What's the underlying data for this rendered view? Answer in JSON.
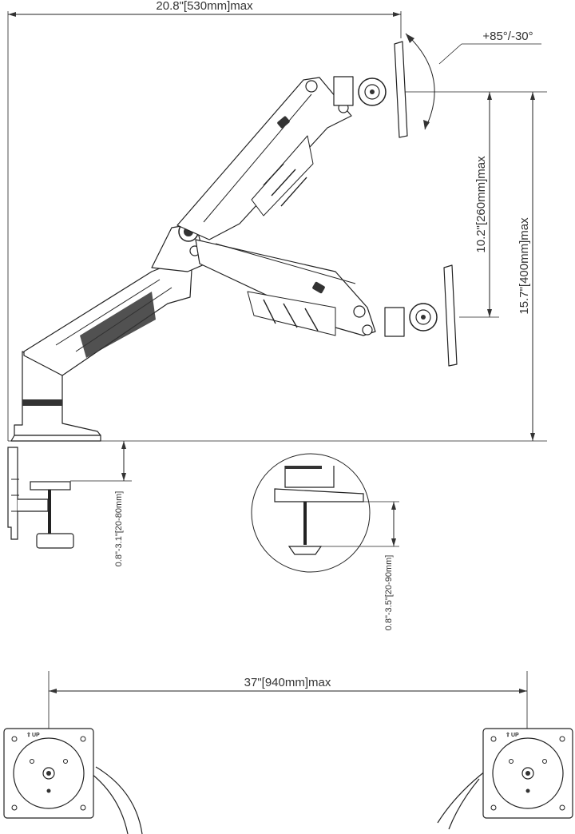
{
  "dimensions": {
    "reach": "20.8\"[530mm]max",
    "tilt": "+85°/-30°",
    "height_span": "10.2\"[260mm]max",
    "max_height": "15.7\"[400mm]max",
    "clamp_range": "0.8\"-3.1\"[20-80mm]",
    "grommet_range": "0.8\"-3.5\"[20-90mm]",
    "span_between": "37\"[940mm]max"
  },
  "plate_label": "UP",
  "colors": {
    "line": "#222222",
    "text": "#333333"
  },
  "icons": [
    "arrow-up-icon"
  ]
}
